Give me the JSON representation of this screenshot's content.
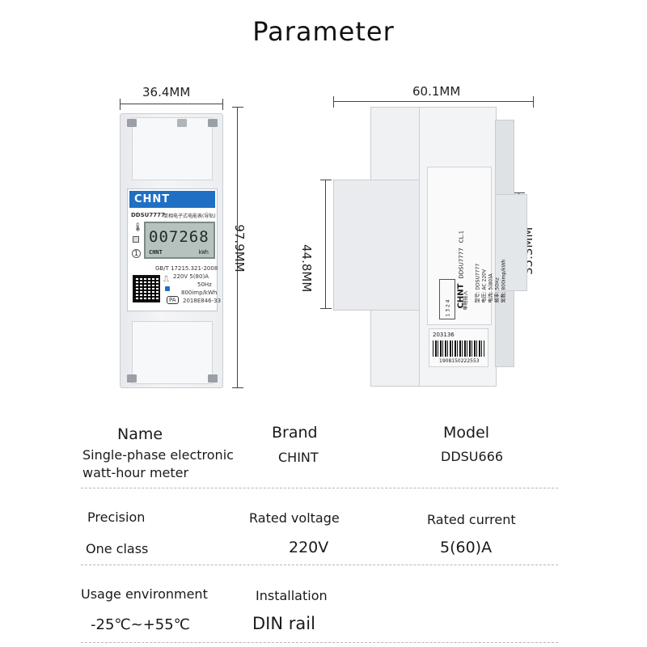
{
  "title": "Parameter",
  "dimensions": {
    "front_width": "36.4MM",
    "front_height": "97.9MM",
    "side_width": "60.1MM",
    "side_height_left": "44.8MM",
    "side_height_right": "35.3MM"
  },
  "front_meter": {
    "brand": "CHNT",
    "model": "DDSU7777",
    "model_subtitle": "单相电子式电能表(导轨)",
    "reading": "007268",
    "lcd_brand": "CHNT",
    "lcd_unit": "kWh",
    "standard": "GB/T 17215.321-2008",
    "rating": "220V 5(80)A",
    "frequency": "50Hz",
    "constant": "800imp/kWh",
    "cert": "2018E846-33"
  },
  "side_meter": {
    "brand": "CHNT",
    "model": "DDSU7777",
    "spec_lines": [
      "型号: DDSU7777",
      "电压: AC 220V",
      "电流: 5(80)A",
      "频率: 50Hz",
      "常数: 800imp/kWh"
    ],
    "class_mark": "CL.1",
    "terminals": "1 3 2 4",
    "wiring": "单相接入",
    "code_short": "203136",
    "barcode_number": "1908150222553"
  },
  "params": {
    "name_label": "Name",
    "name_value_line1": "Single-phase electronic",
    "name_value_line2": "watt-hour meter",
    "brand_label": "Brand",
    "brand_value": "CHINT",
    "model_label": "Model",
    "model_value": "DDSU666",
    "precision_label": "Precision",
    "precision_value": "One class",
    "voltage_label": "Rated voltage",
    "voltage_value": "220V",
    "current_label": "Rated current",
    "current_value": "5(60)A",
    "env_label": "Usage environment",
    "env_value": "-25℃~+55℃",
    "install_label": "Installation",
    "install_value": "DIN rail"
  },
  "colors": {
    "accent_blue": "#1f6fc4",
    "lcd_green": "#b6c2bd"
  }
}
